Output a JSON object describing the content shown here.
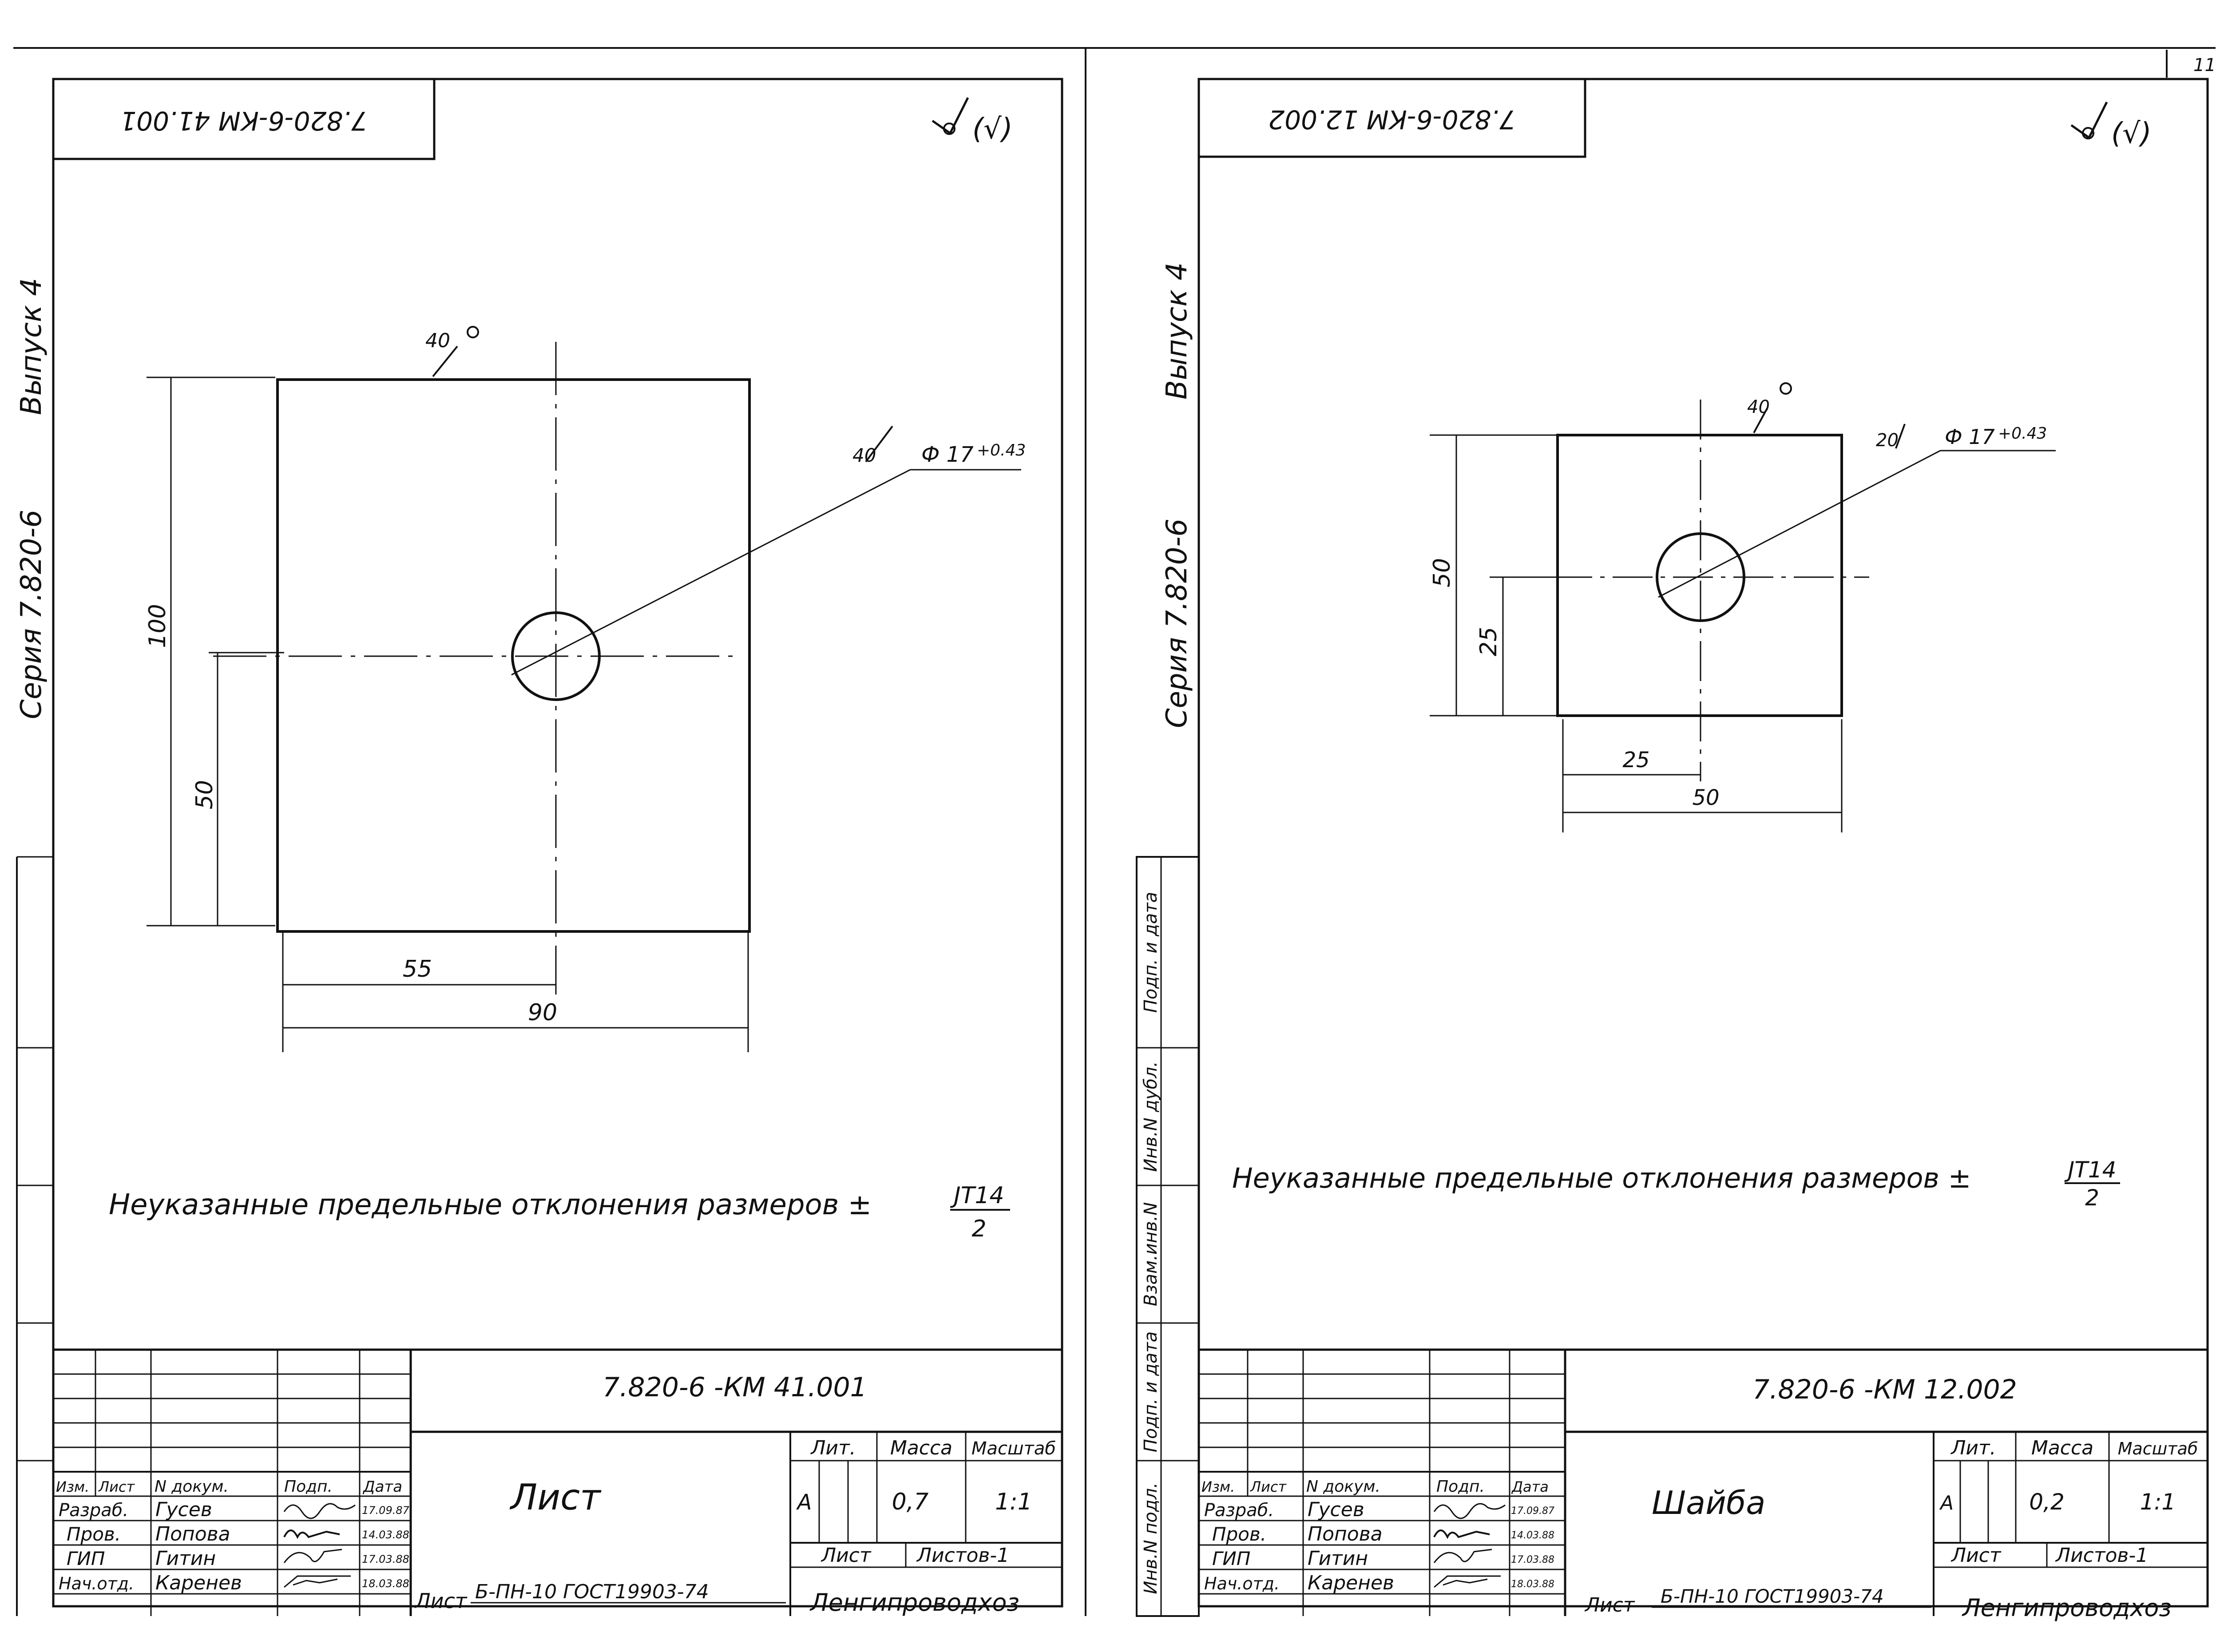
{
  "page_number": "11",
  "left": {
    "code_rotated": "7.820-6-КМ 41.001",
    "margin_seriya": "Серия  7.820-6",
    "margin_vypusk": "Выпуск 4",
    "roughness_general": "(√)",
    "roughness_top": "40",
    "roughness_hole": "40",
    "hole_label": "Ф 17",
    "hole_tol": "+0.43",
    "dim_height": "100",
    "dim_half_height": "50",
    "dim_center_x": "55",
    "dim_width": "90",
    "note_text": "Неуказанные предельные отклонения размеров ±",
    "note_num": "JT14",
    "note_den": "2",
    "title_code": "7.820-6 -КМ 41.001",
    "name": "Лист",
    "lit": "Лит.",
    "massa": "Масса",
    "masshtab": "Масштаб",
    "lit_val": "А",
    "massa_val": "0,7",
    "masshtab_val": "1:1",
    "list": "Лист",
    "listov": "Листов-1",
    "material_prefix": "Лист",
    "material": "Б-ПН-10 ГОСТ19903-74",
    "org": "Ленгипроводхоз",
    "headers": [
      "Изм.",
      "Лист",
      "N докум.",
      "Подп.",
      "Дата"
    ],
    "people": [
      {
        "role": "Разраб.",
        "name": "Гусев",
        "date": "17.09.87"
      },
      {
        "role": "Пров.",
        "name": "Попова",
        "date": "14.03.88"
      },
      {
        "role": "ГИП",
        "name": "Гитин",
        "date": "17.03.88"
      },
      {
        "role": "Нач.отд.",
        "name": "Каренев",
        "date": "18.03.88"
      }
    ]
  },
  "right": {
    "code_rotated": "7.820-6-КМ 12.002",
    "margin_seriya": "Серия  7.820-6",
    "margin_vypusk": "Выпуск 4",
    "side_labels": [
      "Подп. и дата",
      "Инв.N дубл.",
      "Взам.инв.N",
      "Подп. и дата",
      "Инв.N подл."
    ],
    "roughness_general": "(√)",
    "roughness_top": "40",
    "roughness_hole": "20",
    "hole_label": "Ф 17",
    "hole_tol": "+0.43",
    "dim_height": "50",
    "dim_half_height": "25",
    "dim_center_x": "25",
    "dim_width": "50",
    "note_text": "Неуказанные предельные отклонения размеров ±",
    "note_num": "JT14",
    "note_den": "2",
    "title_code": "7.820-6 -КМ 12.002",
    "name": "Шайба",
    "lit": "Лит.",
    "massa": "Масса",
    "masshtab": "Масштаб",
    "lit_val": "А",
    "massa_val": "0,2",
    "masshtab_val": "1:1",
    "list": "Лист",
    "listov": "Листов-1",
    "material_prefix": "Лист",
    "material": "Б-ПН-10 ГОСТ19903-74",
    "org": "Ленгипроводхоз",
    "headers": [
      "Изм.",
      "Лист",
      "N докум.",
      "Подп.",
      "Дата"
    ],
    "people": [
      {
        "role": "Разраб.",
        "name": "Гусев",
        "date": "17.09.87"
      },
      {
        "role": "Пров.",
        "name": "Попова",
        "date": "14.03.88"
      },
      {
        "role": "ГИП",
        "name": "Гитин",
        "date": "17.03.88"
      },
      {
        "role": "Нач.отд.",
        "name": "Каренев",
        "date": "18.03.88"
      }
    ]
  }
}
